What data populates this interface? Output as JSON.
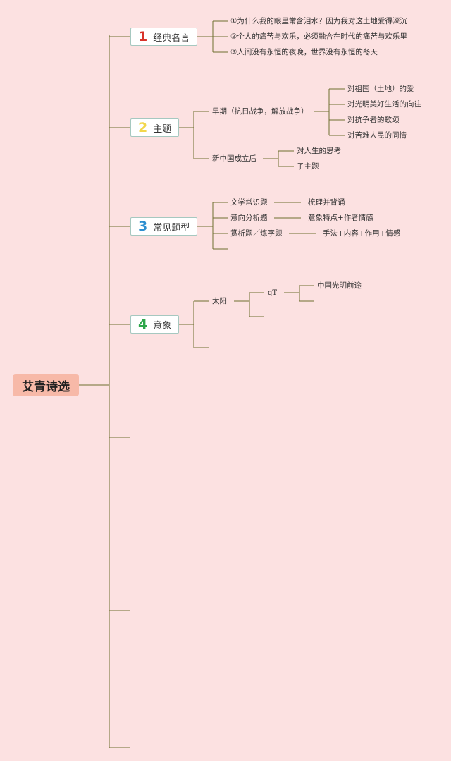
{
  "colors": {
    "background": "#fce1e1",
    "line": "#6e6e2e",
    "root_fill": "#f7b9a8",
    "num1": "#d8322a",
    "num2": "#f2d64b",
    "num3": "#2e8fd0",
    "num4": "#2ea64a"
  },
  "root": {
    "label": "艾青诗选"
  },
  "branches": [
    {
      "num": "1",
      "label": "经典名言",
      "children": [
        {
          "text": "①为什么我的眼里常含泪水？因为我对这土地爱得深沉"
        },
        {
          "text": "②个人的痛苦与欢乐，必须融合在时代的痛苦与欢乐里"
        },
        {
          "text": "③人间没有永恒的夜晚，世界没有永恒的冬天"
        }
      ]
    },
    {
      "num": "2",
      "label": "主题",
      "children": [
        {
          "text": "早期（抗日战争，解放战争）",
          "children": [
            {
              "text": "对祖国（土地）的爱"
            },
            {
              "text": "对光明美好生活的向往"
            },
            {
              "text": "对抗争者的歌颂"
            },
            {
              "text": "对苦难人民的同情"
            }
          ]
        },
        {
          "text": "新中国成立后",
          "children": [
            {
              "text": "对人生的思考"
            },
            {
              "text": "子主题"
            }
          ]
        }
      ]
    },
    {
      "num": "3",
      "label": "常见题型",
      "children": [
        {
          "text": "文学常识题",
          "children": [
            {
              "text": "梳理并背诵"
            }
          ]
        },
        {
          "text": "意向分析题",
          "children": [
            {
              "text": "意象特点+作者情感"
            }
          ]
        },
        {
          "text": "赏析题／炼字题",
          "children": [
            {
              "text": "手法+内容+作用+情感"
            }
          ]
        }
      ]
    },
    {
      "num": "4",
      "label": "意象",
      "children": [
        {
          "text": "太阳",
          "children": [
            {
              "text": "qT",
              "children": [
                {
                  "text": "中国光明前途"
                }
              ]
            }
          ]
        }
      ]
    }
  ]
}
